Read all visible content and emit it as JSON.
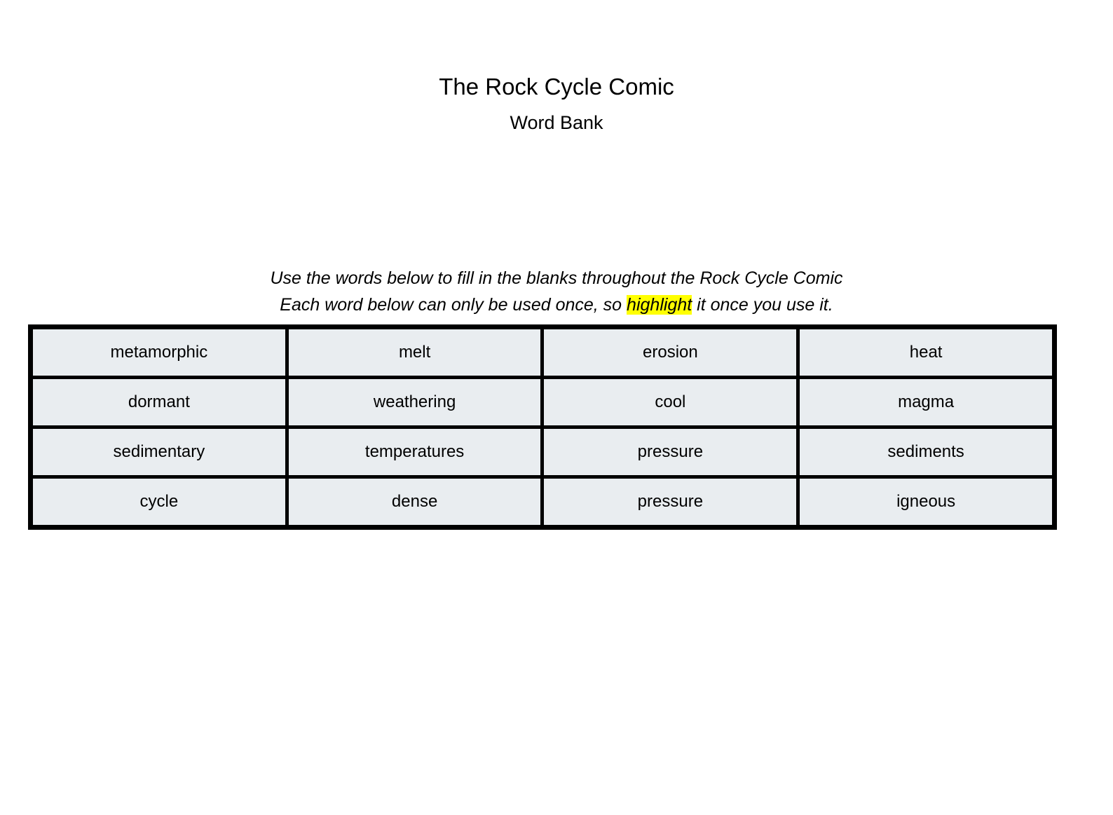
{
  "page": {
    "title": "The Rock Cycle Comic",
    "subtitle": "Word Bank"
  },
  "instructions": {
    "line1": "Use the words below to fill in the blanks throughout the Rock Cycle Comic",
    "line2_before": "Each word below can only be used once, so ",
    "line2_highlight": "highlight",
    "line2_after": " it once you use it."
  },
  "word_bank": {
    "rows": [
      [
        "metamorphic",
        "melt",
        "erosion",
        "heat"
      ],
      [
        "dormant",
        "weathering",
        "cool",
        "magma"
      ],
      [
        "sedimentary",
        "temperatures",
        "pressure",
        "sediments"
      ],
      [
        "cycle",
        "dense",
        "pressure",
        "igneous"
      ]
    ]
  },
  "colors": {
    "highlight": "#ffff00",
    "cell_background": "#e9edf0",
    "table_border": "#000000",
    "page_background": "#ffffff"
  }
}
